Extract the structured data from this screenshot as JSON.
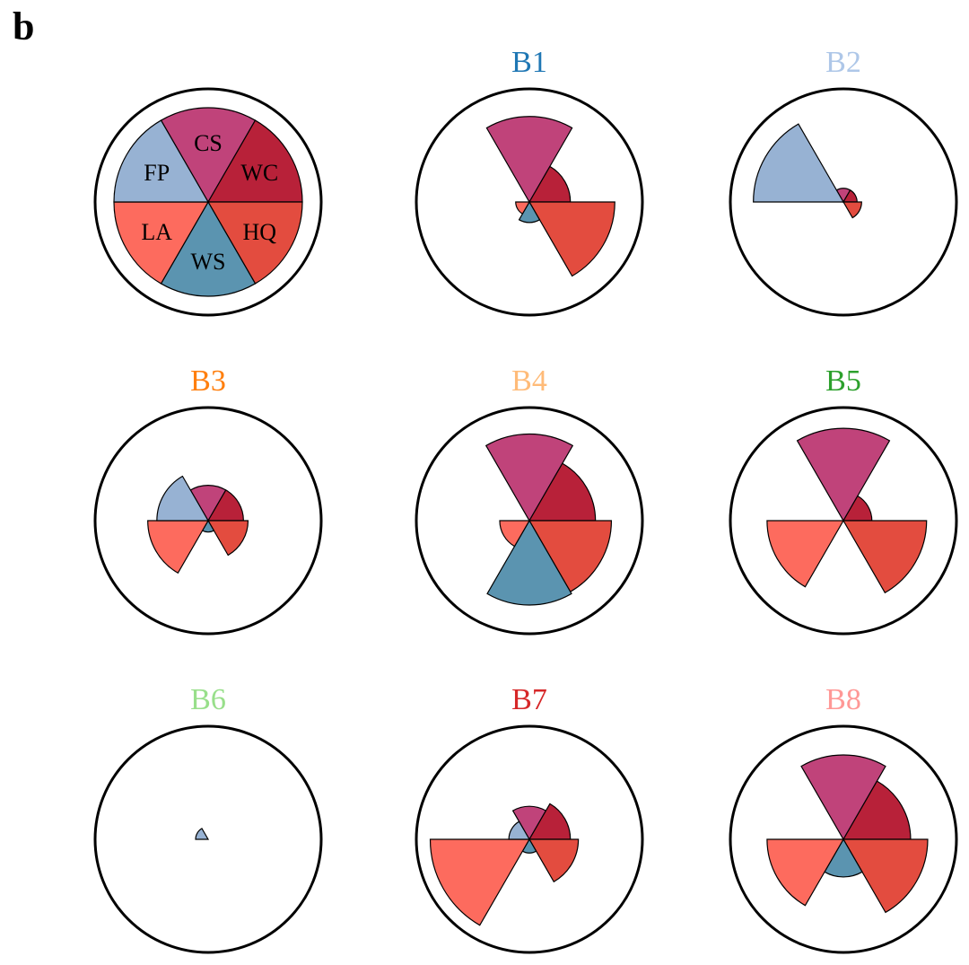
{
  "panel_label": "b",
  "colors": {
    "CS": "#c0437a",
    "WC": "#b82139",
    "HQ": "#e34c3f",
    "WS": "#5b94b0",
    "LA": "#fd6b5e",
    "FP": "#97b2d3"
  },
  "chart_data": {
    "type": "rose",
    "categories": [
      "CS",
      "WC",
      "HQ",
      "WS",
      "LA",
      "FP"
    ],
    "rmax": 1.0,
    "legend": {
      "labels": [
        "CS",
        "WC",
        "HQ",
        "WS",
        "LA",
        "FP"
      ]
    },
    "charts": [
      {
        "title": "B1",
        "title_color": "#1f77b4",
        "values": [
          0.75,
          0.36,
          0.75,
          0.18,
          0.12,
          0.0
        ]
      },
      {
        "title": "B2",
        "title_color": "#aec7e8",
        "values": [
          0.12,
          0.12,
          0.16,
          0.0,
          0.0,
          0.79
        ]
      },
      {
        "title": "B3",
        "title_color": "#ff7f0e",
        "values": [
          0.31,
          0.31,
          0.35,
          0.1,
          0.53,
          0.45
        ]
      },
      {
        "title": "B4",
        "title_color": "#ffbb78",
        "values": [
          0.76,
          0.58,
          0.72,
          0.74,
          0.26,
          0.0
        ]
      },
      {
        "title": "B5",
        "title_color": "#2ca02c",
        "values": [
          0.81,
          0.25,
          0.73,
          0.0,
          0.67,
          0.0
        ]
      },
      {
        "title": "B6",
        "title_color": "#98df8a",
        "values": [
          0.0,
          0.0,
          0.0,
          0.0,
          0.0,
          0.11
        ]
      },
      {
        "title": "B7",
        "title_color": "#d62728",
        "values": [
          0.29,
          0.36,
          0.43,
          0.12,
          0.87,
          0.18
        ]
      },
      {
        "title": "B8",
        "title_color": "#ff9896",
        "values": [
          0.74,
          0.59,
          0.74,
          0.33,
          0.67,
          0.0
        ]
      }
    ]
  }
}
